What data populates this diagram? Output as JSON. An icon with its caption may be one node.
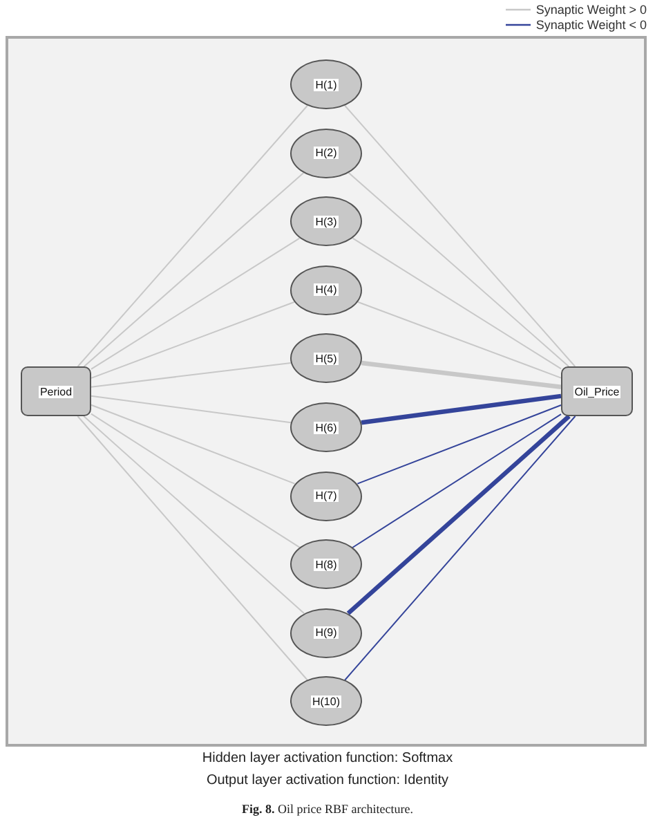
{
  "diagram": {
    "caption": "**Fig. 8.** Oil price RBF architecture.",
    "nodes": [
      {
        "text": [
          "Period"
        ]
      },
      {
        "text": [
          "H(1)"
        ]
      },
      {
        "text": [
          "H(2)"
        ]
      },
      {
        "text": [
          "H(3)"
        ]
      },
      {
        "text": [
          "H(4)"
        ]
      },
      {
        "text": [
          "H(5)"
        ]
      },
      {
        "text": [
          "H(6)"
        ]
      },
      {
        "text": [
          "H(7)"
        ]
      },
      {
        "text": [
          "H(8)"
        ]
      },
      {
        "text": [
          "H(9)"
        ]
      },
      {
        "text": [
          "H(10)"
        ]
      },
      {
        "text": [
          "Oil_Price"
        ]
      }
    ],
    "edges": [
      {
        "from": 0,
        "to": 1,
        "arrow": "none"
      },
      {
        "from": 0,
        "to": 2,
        "arrow": "none"
      },
      {
        "from": 0,
        "to": 3,
        "arrow": "none"
      },
      {
        "from": 0,
        "to": 4,
        "arrow": "none"
      },
      {
        "from": 0,
        "to": 5,
        "arrow": "none"
      },
      {
        "from": 0,
        "to": 6,
        "arrow": "none"
      },
      {
        "from": 0,
        "to": 7,
        "arrow": "none"
      },
      {
        "from": 0,
        "to": 8,
        "arrow": "none"
      },
      {
        "from": 0,
        "to": 9,
        "arrow": "none"
      },
      {
        "from": 0,
        "to": 10,
        "arrow": "none"
      },
      {
        "from": 1,
        "to": 11,
        "arrow": "none"
      },
      {
        "from": 2,
        "to": 11,
        "arrow": "none"
      },
      {
        "from": 3,
        "to": 11,
        "arrow": "none"
      },
      {
        "from": 4,
        "to": 11,
        "arrow": "none"
      },
      {
        "from": 5,
        "to": 11,
        "arrow": "none",
        "style": "thick"
      },
      {
        "from": 6,
        "to": 11,
        "arrow": "none",
        "style": "thick",
        "color": "#34449a"
      },
      {
        "from": 7,
        "to": 11,
        "arrow": "none",
        "color": "#34449a"
      },
      {
        "from": 8,
        "to": 11,
        "arrow": "none",
        "color": "#34449a"
      },
      {
        "from": 9,
        "to": 11,
        "arrow": "none",
        "style": "thick",
        "color": "#34449a"
      },
      {
        "from": 10,
        "to": 11,
        "arrow": "none",
        "color": "#34449a"
      }
    ],
    "labels": [
      "Hidden layer activation function: Softmax",
      "Output layer activation function: Identity"
    ],
    "legend": [
      {
        "text": "Synaptic Weight > 0"
      },
      {
        "text": "Synaptic Weight < 0"
      }
    ]
  }
}
